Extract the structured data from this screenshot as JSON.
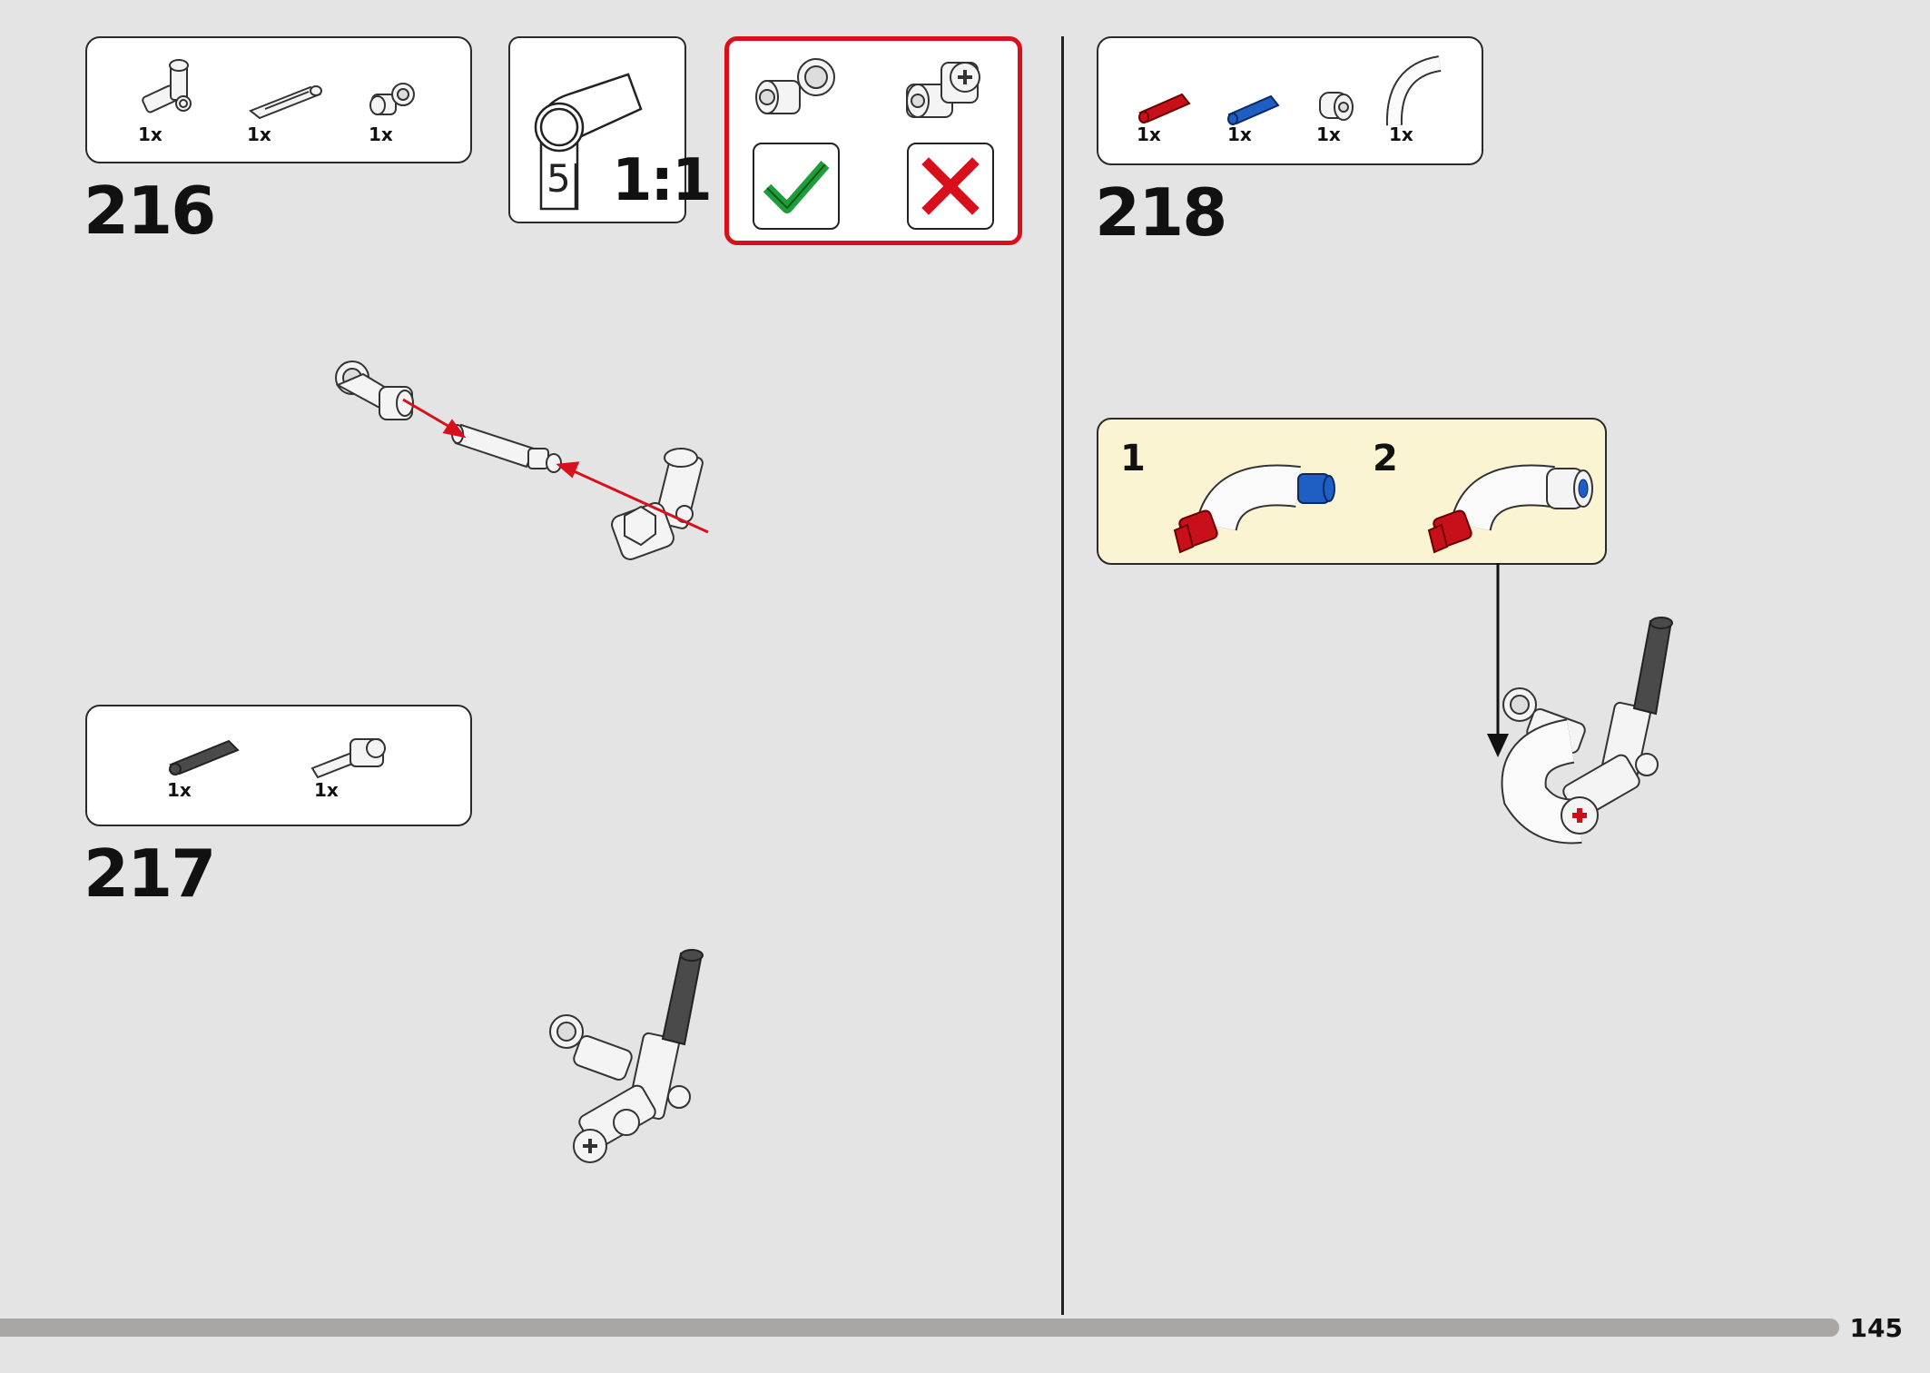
{
  "page": {
    "number": "145"
  },
  "steps": [
    {
      "number": "216",
      "parts": [
        {
          "qty": "1x",
          "icon": "angle-connector-icon"
        },
        {
          "qty": "1x",
          "icon": "axle-icon"
        },
        {
          "qty": "1x",
          "icon": "axle-pin-connector-icon"
        }
      ]
    },
    {
      "number": "217",
      "parts": [
        {
          "qty": "1x",
          "icon": "dark-gray-axle-pin-icon"
        },
        {
          "qty": "1x",
          "icon": "cross-block-icon"
        }
      ]
    },
    {
      "number": "218",
      "parts": [
        {
          "qty": "1x",
          "icon": "red-axle-pin-icon"
        },
        {
          "qty": "1x",
          "icon": "blue-axle-pin-icon"
        },
        {
          "qty": "1x",
          "icon": "white-bush-icon"
        },
        {
          "qty": "1x",
          "icon": "white-curved-tube-icon"
        }
      ]
    }
  ],
  "scale_callout": {
    "label": "1:1",
    "ruler_value": "5"
  },
  "orientation_callout": {
    "correct_icon": "checkmark-icon",
    "wrong_icon": "x-mark-icon",
    "correct_color": "#1f9d3a",
    "wrong_color": "#d9101c",
    "border_color": "#d9101c"
  },
  "sub_assembly": {
    "steps": [
      {
        "number": "1"
      },
      {
        "number": "2"
      }
    ],
    "background": "#fbf4d3"
  },
  "colors": {
    "page_bg": "#e4e4e4",
    "arrow_red": "#d9101c",
    "red_part": "#c8101a",
    "blue_part": "#1f5fc4",
    "dark_gray_part": "#4a4a4a"
  }
}
